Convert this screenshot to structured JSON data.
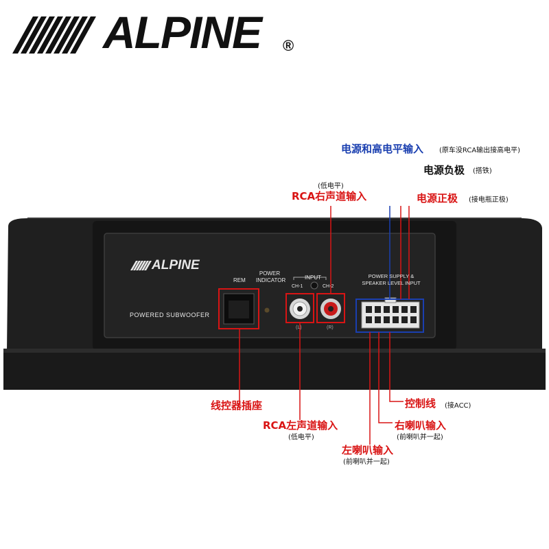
{
  "brand": {
    "name": "ALPINE",
    "registered": "®"
  },
  "panel": {
    "logo": "ALPINE",
    "product": "POWERED SUBWOOFER",
    "rem": "REM",
    "power_indicator_1": "POWER",
    "power_indicator_2": "INDICATOR",
    "input": "INPUT",
    "ch1": "CH-1",
    "ch2": "CH-2",
    "l": "(L)",
    "r": "(R)",
    "psu_1": "POWER SUPPLY &",
    "psu_2": "SPEAKER LEVEL INPUT"
  },
  "annotations": {
    "power_high_level": {
      "label": "电源和高电平输入",
      "note": "(原车没RCA输出接高电平)"
    },
    "power_negative": {
      "label": "电源负极",
      "note": "(搭铁)"
    },
    "power_positive": {
      "label": "电源正极",
      "note": "(接电瓶正极)"
    },
    "rca_right": {
      "label": "RCA右声道输入",
      "note": "(低电平)"
    },
    "remote_socket": {
      "label": "线控器插座"
    },
    "rca_left": {
      "label": "RCA左声道输入",
      "note": "(低电平)"
    },
    "control_wire": {
      "label": "控制线",
      "note": "(接ACC)"
    },
    "right_speaker": {
      "label": "右喇叭输入",
      "note": "(前喇叭并一起)"
    },
    "left_speaker": {
      "label": "左喇叭输入",
      "note": "(前喇叭并一起)"
    }
  },
  "colors": {
    "red": "#d91414",
    "blue": "#1a3fb0",
    "device": "#1c1c1c"
  }
}
